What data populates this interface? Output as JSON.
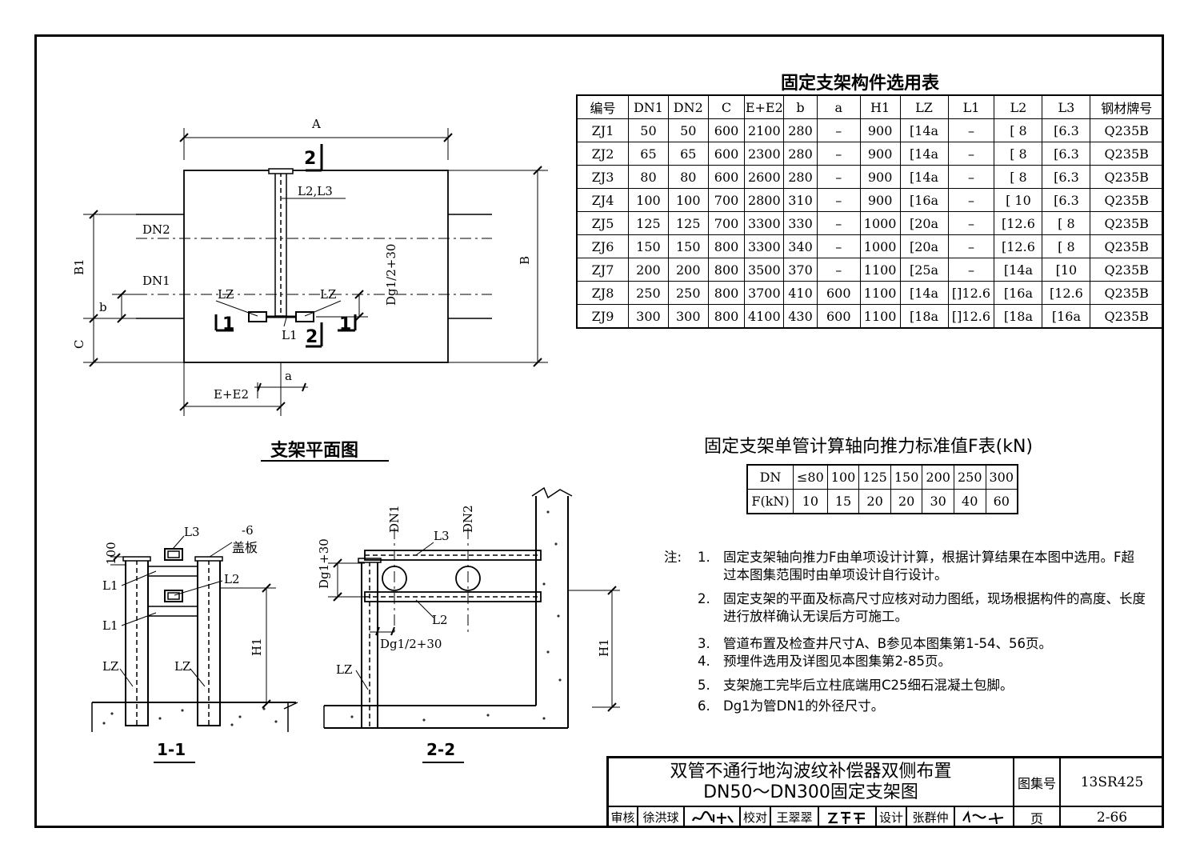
{
  "selection_table": {
    "title": "固定支架构件选用表",
    "headers": [
      "编号",
      "DN1",
      "DN2",
      "C",
      "E+E2",
      "b",
      "a",
      "H1",
      "LZ",
      "L1",
      "L2",
      "L3",
      "钢材牌号"
    ],
    "rows": [
      [
        "ZJ1",
        "50",
        "50",
        "600",
        "2100",
        "280",
        "–",
        "900",
        "[14a",
        "–",
        "[ 8",
        "[6.3",
        "Q235B"
      ],
      [
        "ZJ2",
        "65",
        "65",
        "600",
        "2300",
        "280",
        "–",
        "900",
        "[14a",
        "–",
        "[ 8",
        "[6.3",
        "Q235B"
      ],
      [
        "ZJ3",
        "80",
        "80",
        "600",
        "2600",
        "280",
        "–",
        "900",
        "[14a",
        "–",
        "[ 8",
        "[6.3",
        "Q235B"
      ],
      [
        "ZJ4",
        "100",
        "100",
        "700",
        "2800",
        "310",
        "–",
        "900",
        "[16a",
        "–",
        "[ 10",
        "[6.3",
        "Q235B"
      ],
      [
        "ZJ5",
        "125",
        "125",
        "700",
        "3300",
        "330",
        "–",
        "1000",
        "[20a",
        "–",
        "[12.6",
        "[ 8",
        "Q235B"
      ],
      [
        "ZJ6",
        "150",
        "150",
        "800",
        "3300",
        "340",
        "–",
        "1000",
        "[20a",
        "–",
        "[12.6",
        "[ 8",
        "Q235B"
      ],
      [
        "ZJ7",
        "200",
        "200",
        "800",
        "3500",
        "370",
        "–",
        "1100",
        "[25a",
        "–",
        "[14a",
        "[10",
        "Q235B"
      ],
      [
        "ZJ8",
        "250",
        "250",
        "800",
        "3700",
        "410",
        "600",
        "1100",
        "[14a",
        "[]12.6",
        "[16a",
        "[12.6",
        "Q235B"
      ],
      [
        "ZJ9",
        "300",
        "300",
        "800",
        "4100",
        "430",
        "600",
        "1100",
        "[18a",
        "[]12.6",
        "[18a",
        "[16a",
        "Q235B"
      ]
    ]
  },
  "force_table": {
    "title": "固定支架单管计算轴向推力标准值F表(kN)",
    "rows": [
      [
        "DN",
        "≤80",
        "100",
        "125",
        "150",
        "200",
        "250",
        "300"
      ],
      [
        "F(kN)",
        "10",
        "15",
        "20",
        "20",
        "30",
        "40",
        "60"
      ]
    ]
  },
  "plan_view": {
    "title": "支架平面图",
    "labels": {
      "A": "A",
      "B": "B",
      "B1": "B1",
      "C": "C",
      "b": "b",
      "a": "a",
      "EE2": "E+E2",
      "DN1": "DN1",
      "DN2": "DN2",
      "L2L3": "L2,L3",
      "LZ": "LZ",
      "L1": "L1",
      "dg": "Dg1/2+30",
      "sec1": "1",
      "sec2": "2"
    }
  },
  "section_1": {
    "title": "1-1",
    "labels": {
      "L3": "L3",
      "plate_thk": "-6",
      "plate": "盖板",
      "d100": "100",
      "L1": "L1",
      "L2": "L2",
      "LZ": "LZ",
      "H1": "H1"
    }
  },
  "section_2": {
    "title": "2-2",
    "labels": {
      "DN1": "DN1",
      "DN2": "DN2",
      "L3": "L3",
      "L2": "L2",
      "LZ": "LZ",
      "H1": "H1",
      "dg1": "Dg1+30",
      "dg2": "Dg1/2+30"
    }
  },
  "notes": {
    "label": "注:",
    "items": [
      {
        "num": "1.",
        "text": "固定支架轴向推力F由单项设计计算，根据计算结果在本图中选用。F超过本图集范围时由单项设计自行设计。"
      },
      {
        "num": "2.",
        "text": "固定支架的平面及标高尺寸应核对动力图纸，现场根据构件的高度、长度进行放样确认无误后方可施工。"
      },
      {
        "num": "3.",
        "text": "管道布置及检查井尺寸A、B参见本图集第1-54、56页。"
      },
      {
        "num": "4.",
        "text": "预埋件选用及详图见本图集第2-85页。"
      },
      {
        "num": "5.",
        "text": "支架施工完毕后立柱底端用C25细石混凝土包脚。"
      },
      {
        "num": "6.",
        "text": "Dg1为管DN1的外径尺寸。"
      }
    ]
  },
  "title_block": {
    "title_line1": "双管不通行地沟波纹补偿器双侧布置",
    "title_line2": "DN50～DN300固定支架图",
    "atlas_label": "图集号",
    "atlas_no": "13SR425",
    "page_label": "页",
    "page_no": "2-66",
    "review_label": "审核",
    "reviewer": "徐洪球",
    "check_label": "校对",
    "checker": "王翠翠",
    "design_label": "设计",
    "designer": "张群仲"
  }
}
